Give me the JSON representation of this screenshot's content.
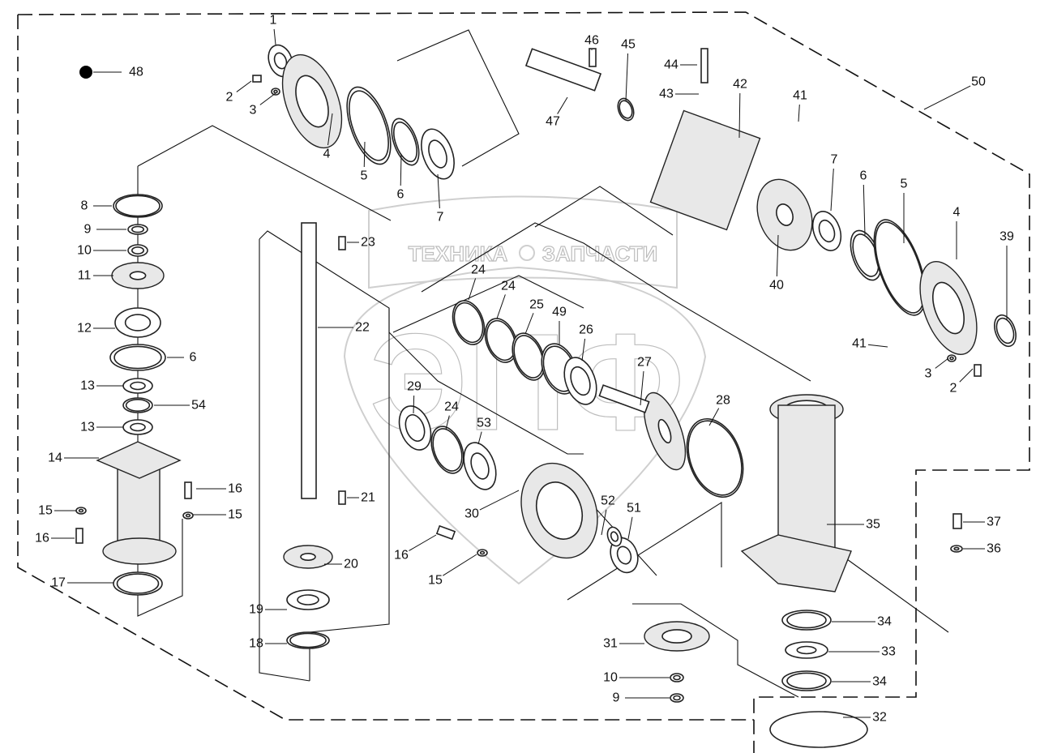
{
  "watermark": {
    "left_text": "ТЕХНИКА",
    "right_text": "ЗАПЧАСТИ",
    "logo": "ЭПФ",
    "gear_icon": "gear-icon"
  },
  "legend_marker": {
    "label": "48",
    "color": "#000000"
  },
  "callouts": [
    "1",
    "2",
    "3",
    "4",
    "5",
    "6",
    "7",
    "47",
    "46",
    "45",
    "44",
    "43",
    "42",
    "41",
    "50",
    "7",
    "6",
    "5",
    "4",
    "39",
    "40",
    "41",
    "3",
    "2",
    "8",
    "9",
    "10",
    "11",
    "12",
    "6",
    "13",
    "54",
    "13",
    "14",
    "16",
    "15",
    "15",
    "16",
    "17",
    "23",
    "22",
    "21",
    "20",
    "19",
    "18",
    "24",
    "24",
    "25",
    "49",
    "26",
    "27",
    "28",
    "29",
    "24",
    "53",
    "30",
    "52",
    "51",
    "16",
    "15",
    "35",
    "37",
    "36",
    "34",
    "31",
    "33",
    "10",
    "34",
    "9",
    "32"
  ]
}
